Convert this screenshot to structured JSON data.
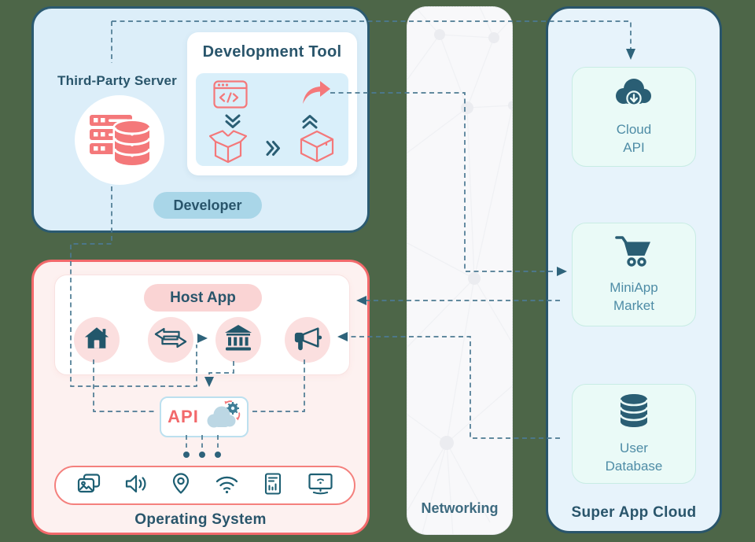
{
  "diagram_title": "Super App / MiniApp architecture diagram",
  "colors": {
    "background": "#4D6648",
    "dark_teal": "#29556B",
    "salmon": "#F2696B",
    "blue_zone_bg": "#DCEEF9",
    "pink_zone_bg": "#FDF1F0",
    "cloud_zone_bg": "#E7F3FB",
    "cloud_item_bg": "#EAFAF7",
    "badge_blue": "#A9D6E8",
    "pill_pink": "#FAD4D4",
    "connector": "#4C7A92",
    "item_label_teal": "#4E8CA6"
  },
  "developer_zone": {
    "server_label": "Third-Party Server",
    "server_icon": "server-database-icon",
    "dev_tool_title": "Development Tool",
    "dev_tool_icons": [
      "browser-code-icon",
      "share-arrow-icon",
      "double-chevron-down-icon",
      "double-chevron-up-icon",
      "open-box-icon",
      "double-chevron-right-icon",
      "closed-box-icon"
    ],
    "badge": "Developer"
  },
  "host_zone": {
    "pill": "Host App",
    "feature_icons": [
      "home-icon",
      "transfer-arrows-icon",
      "bank-icon",
      "megaphone-icon"
    ],
    "api_label": "API",
    "api_icon": "cloud-gear-icon",
    "os_icons": [
      "photos-icon",
      "speaker-icon",
      "location-pin-icon",
      "wifi-icon",
      "report-icon",
      "smart-tv-icon"
    ],
    "os_label": "Operating System"
  },
  "networking": {
    "label": "Networking"
  },
  "cloud_zone": {
    "title": "Super App Cloud",
    "items": [
      {
        "label": "Cloud\nAPI",
        "icon": "cloud-download-icon"
      },
      {
        "label": "MiniApp\nMarket",
        "icon": "shopping-cart-icon"
      },
      {
        "label": "User\nDatabase",
        "icon": "database-icon"
      }
    ]
  }
}
